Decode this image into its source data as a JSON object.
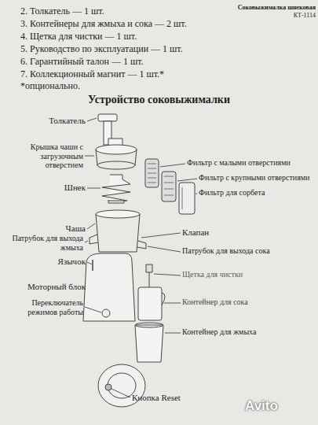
{
  "diagram": {
    "title": "Устройство соковыжималки",
    "labels": [
      "Соковыжималка шнековая",
      "КТ-1114",
      "2. Толкатель — 1 шт.",
      "3. Контейнеры для жмыха и сока — 2 шт.",
      "4. Щетка для чистки — 1 шт.",
      "5. Руководство по эксплуатации — 1 шт.",
      "6. Гарантийный талон — 1 шт.",
      "7. Коллекционный магнит — 1 шт.*",
      "*опционально.",
      "Толкатель",
      "Крышка чаши с загрузочным отверстием",
      "Шнек",
      "Фильтр с малыми отверстиями",
      "Фильтр с крупными отверстиями",
      "Фильтр для сорбета",
      "Чаша",
      "Клапан",
      "Патрубок для выхода жмыха",
      "Патрубок для выхода сока",
      "Язычок",
      "Щетка для чистки",
      "Моторный блок",
      "Контейнер для сока",
      "Переключатель режимов работы",
      "Контейнер для жмыха",
      "Кнопка Reset",
      "Avito"
    ]
  }
}
